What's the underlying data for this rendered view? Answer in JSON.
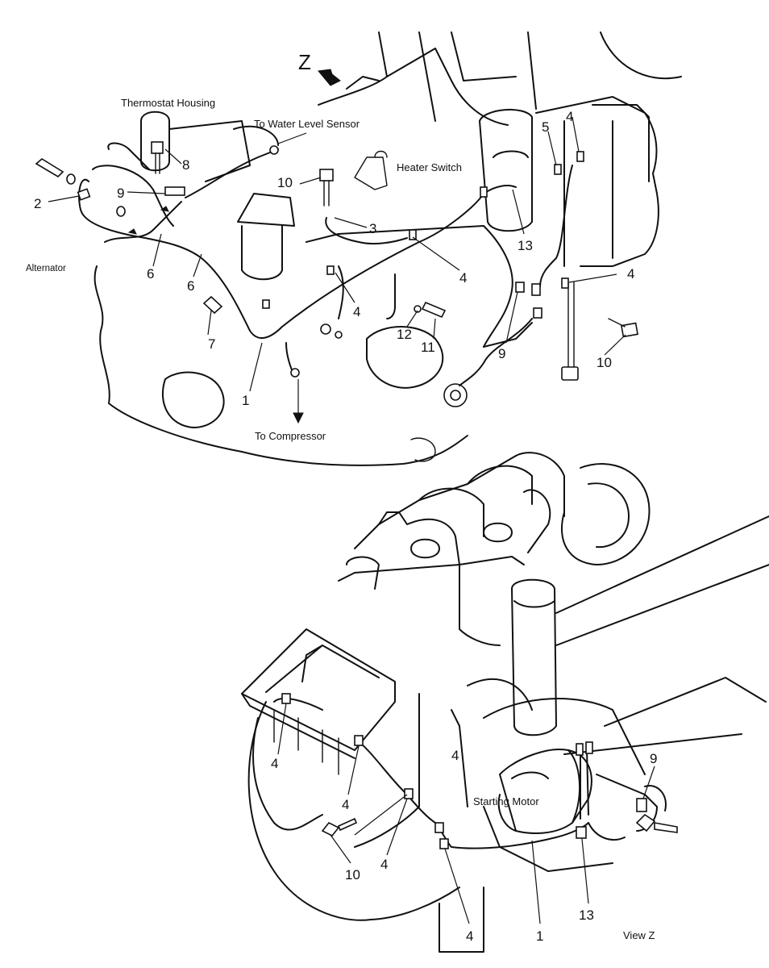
{
  "labels": {
    "view_arrow": "Z",
    "thermostat_housing": "Thermostat Housing",
    "to_water_level_sensor": "To Water Level Sensor",
    "heater_switch": "Heater Switch",
    "alternator": "Alternator",
    "to_compressor": "To Compressor",
    "starting_motor": "Starting Motor",
    "view_z": "View Z"
  },
  "callouts": {
    "top": [
      "2",
      "9",
      "6",
      "6",
      "7",
      "8",
      "10",
      "3",
      "4",
      "4",
      "12",
      "11",
      "1",
      "13",
      "5",
      "4",
      "4",
      "9",
      "10"
    ],
    "bottom": [
      "4",
      "4",
      "4",
      "4",
      "10",
      "4",
      "1",
      "13",
      "9"
    ]
  }
}
